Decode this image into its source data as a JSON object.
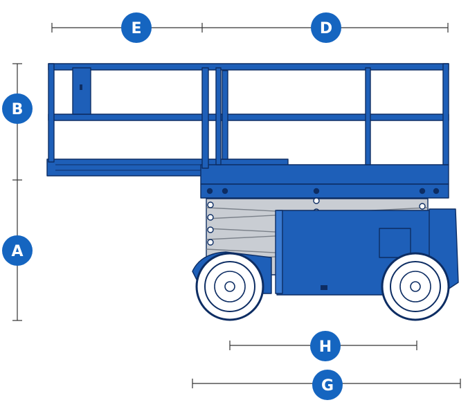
{
  "colors": {
    "accent": "#1565c0",
    "machine_blue": "#1e5fb8",
    "machine_blue_light": "#3a7ad1",
    "outline": "#0d2d63",
    "dimension_line": "#333333",
    "scissor_grey": "#c9cdd3"
  },
  "dimensions": {
    "A": "A",
    "B": "B",
    "D": "D",
    "E": "E",
    "G": "G",
    "H": "H"
  }
}
